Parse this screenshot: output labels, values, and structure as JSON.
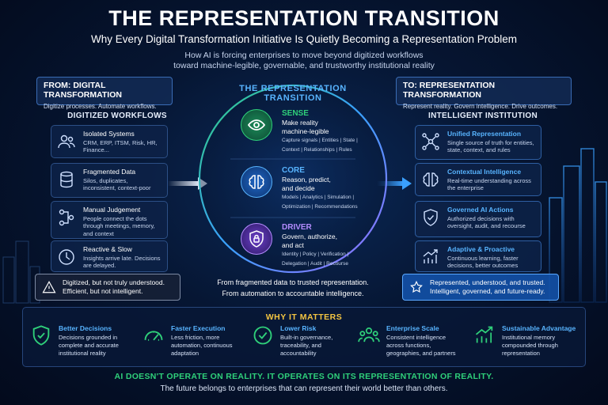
{
  "header": {
    "title": "THE REPRESENTATION TRANSITION",
    "subtitle": "Why Every Digital Transformation Initiative Is Quietly Becoming a Representation Problem",
    "tagline_1": "How AI is forcing enterprises to move beyond digitized workflows",
    "tagline_2": "toward machine-legible, governable, and trustworthy institutional reality"
  },
  "left": {
    "box_title": "FROM: DIGITAL TRANSFORMATION",
    "box_sub": "Digitize processes. Automate workflows.",
    "section": "DIGITIZED WORKFLOWS",
    "cards": [
      {
        "title": "Isolated Systems",
        "desc": "CRM, ERP, ITSM, Risk, HR, Finance...",
        "icon": "users-icon"
      },
      {
        "title": "Fragmented Data",
        "desc": "Silos, duplicates, inconsistent, context-poor",
        "icon": "database-icon"
      },
      {
        "title": "Manual Judgement",
        "desc": "People connect the dots through meetings, memory, and context",
        "icon": "workflow-icon"
      },
      {
        "title": "Reactive & Slow",
        "desc": "Insights arrive late. Decisions are delayed.",
        "icon": "clock-icon"
      }
    ],
    "note": [
      "Digitized, but not truly understood.",
      "Efficient, but not intelligent."
    ]
  },
  "center": {
    "title": "THE REPRESENTATION TRANSITION",
    "stages": [
      {
        "name": "SENSE",
        "desc": [
          "Make reality",
          "machine-legible"
        ],
        "items": [
          "Capture signals | Entities | State |",
          "Context | Relationships | Rules"
        ],
        "color": "#2fd07a",
        "icon": "eye-icon"
      },
      {
        "name": "CORE",
        "desc": [
          "Reason, predict,",
          "and decide"
        ],
        "items": [
          "Models | Analytics | Simulation |",
          "Optimization | Recommendations"
        ],
        "color": "#58b4ff",
        "icon": "brain-icon"
      },
      {
        "name": "DRIVER",
        "desc": [
          "Govern, authorize,",
          "and act"
        ],
        "items": [
          "Identity | Policy | Verification |",
          "Delegation | Audit | Recourse"
        ],
        "color": "#b48cff",
        "icon": "shield-lock-icon"
      }
    ],
    "caption_1": "From fragmented data to trusted representation.",
    "caption_2": "From automation to accountable intelligence."
  },
  "right": {
    "box_title": "TO: REPRESENTATION TRANSFORMATION",
    "box_sub": "Represent reality. Govern intelligence. Drive outcomes.",
    "section": "INTELLIGENT INSTITUTION",
    "cards": [
      {
        "title": "Unified Representation",
        "desc": "Single source of truth for entities, state, context, and rules",
        "icon": "network-icon"
      },
      {
        "title": "Contextual Intelligence",
        "desc": "Real-time understanding across the enterprise",
        "icon": "brain-icon"
      },
      {
        "title": "Governed AI Actions",
        "desc": "Authorized decisions with oversight, audit, and recourse",
        "icon": "shield-check-icon"
      },
      {
        "title": "Adaptive & Proactive",
        "desc": "Continuous learning, faster decisions, better outcomes",
        "icon": "growth-chart-icon"
      }
    ],
    "note": [
      "Represented, understood, and trusted.",
      "Intelligent, governed, and future-ready."
    ]
  },
  "why": {
    "title": "WHY IT MATTERS",
    "items": [
      {
        "title": "Better Decisions",
        "desc": [
          "Decisions grounded in",
          "complete and accurate",
          "institutional reality"
        ],
        "icon": "shield-check-icon"
      },
      {
        "title": "Faster Execution",
        "desc": [
          "Less friction, more",
          "automation, continuous",
          "adaptation"
        ],
        "icon": "speedometer-icon"
      },
      {
        "title": "Lower Risk",
        "desc": [
          "Built-in governance,",
          "traceability, and",
          "accountability"
        ],
        "icon": "check-circle-icon"
      },
      {
        "title": "Enterprise Scale",
        "desc": [
          "Consistent intelligence",
          "across functions,",
          "geographies, and partners"
        ],
        "icon": "team-icon"
      },
      {
        "title": "Sustainable Advantage",
        "desc": [
          "Institutional memory",
          "compounded through",
          "representation"
        ],
        "icon": "growth-chart-icon"
      }
    ]
  },
  "footer": {
    "main": "AI DOESN'T OPERATE ON REALITY. IT OPERATES ON ITS REPRESENTATION OF REALITY.",
    "sub": "The future belongs to enterprises that can represent their world better than others."
  },
  "colors": {
    "accent_blue": "#58b4ff",
    "accent_green": "#2fd07a",
    "accent_purple": "#b48cff",
    "accent_gold": "#f4c542"
  }
}
